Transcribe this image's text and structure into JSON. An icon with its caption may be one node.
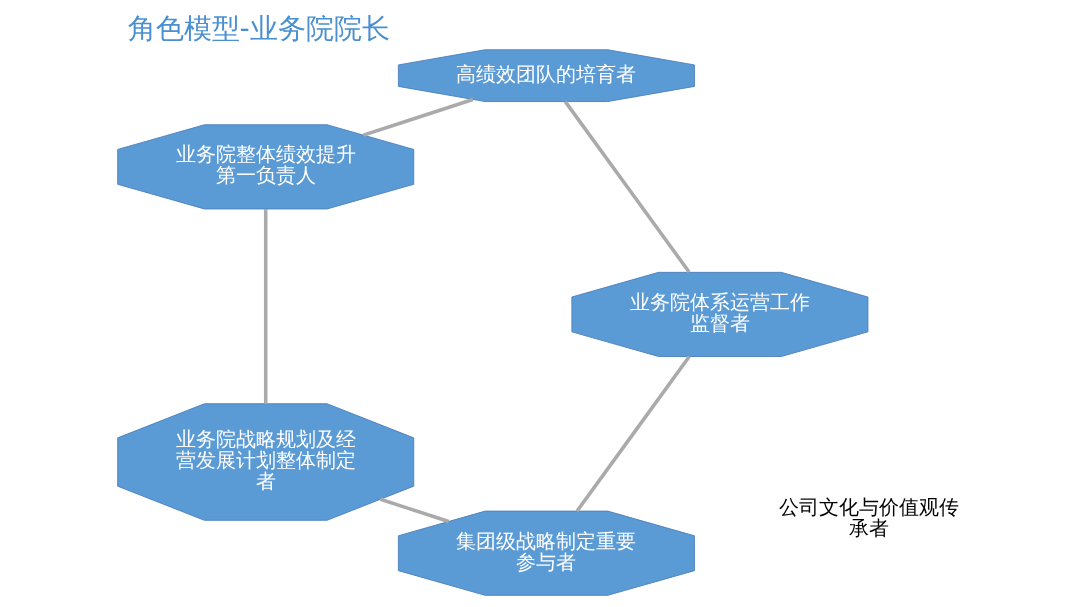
{
  "diagram": {
    "title": "角色模型-业务院院长",
    "nodes": [
      {
        "text": [
          "集团级战略制定重要参与者"
        ]
      },
      {
        "text": [
          "业务院战略规划及经营发展计划整体制定者"
        ]
      },
      {
        "text": [
          "业务院整体绩效提升第一负责人"
        ]
      },
      {
        "text": [
          "高绩效团队的培育者"
        ]
      },
      {
        "text": [
          "业务院体系运营工作监督者"
        ]
      }
    ],
    "edges": [
      {
        "from": 0,
        "to": 1,
        "arrow": "none"
      },
      {
        "from": 1,
        "to": 2,
        "arrow": "none"
      },
      {
        "from": 2,
        "to": 3,
        "arrow": "none"
      },
      {
        "from": 3,
        "to": 4,
        "arrow": "none"
      },
      {
        "from": 4,
        "to": 0,
        "arrow": "none"
      }
    ],
    "labels": [
      "公司文化与价值观传承者"
    ]
  }
}
